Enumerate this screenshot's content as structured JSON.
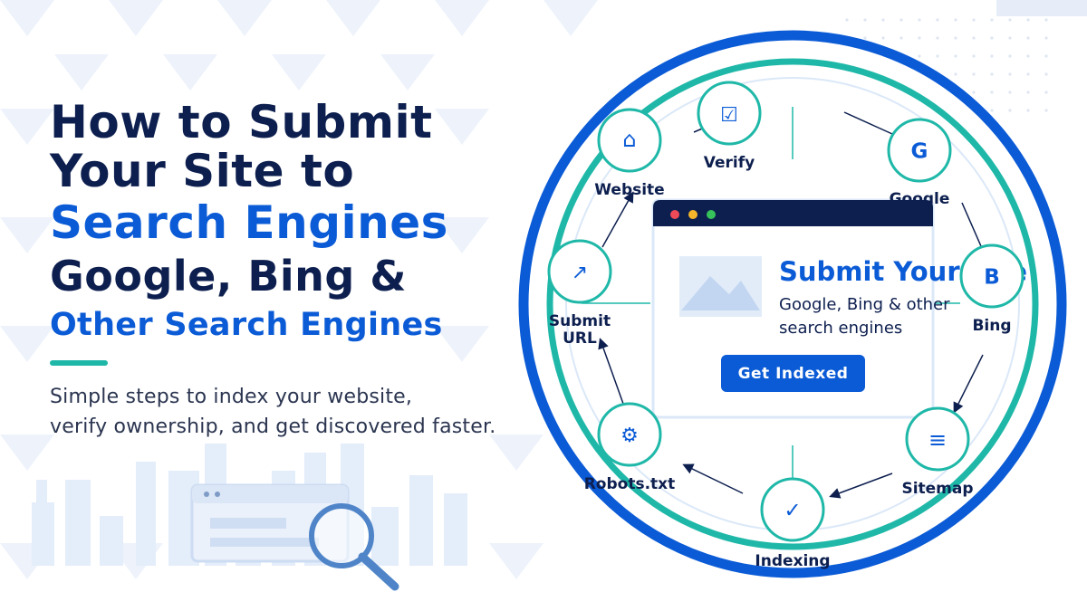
{
  "headline": {
    "line1": "How to Submit",
    "line2": "Your Site to",
    "line3": "Search Engines",
    "line4": "Google, Bing &",
    "line5": "Other Search Engines"
  },
  "subtitle": {
    "line1": "Simple steps to index your website,",
    "line2": "verify ownership, and get discovered faster."
  },
  "steps": [
    {
      "label": "Verify",
      "icon": "checkbox-icon",
      "glyph": "☑"
    },
    {
      "label": "Google",
      "icon": "google-icon",
      "glyph": "G"
    },
    {
      "label": "Bing",
      "icon": "bing-icon",
      "glyph": "B"
    },
    {
      "label": "Sitemap",
      "icon": "list-icon",
      "glyph": "≡"
    },
    {
      "label": "Indexing",
      "icon": "check-icon",
      "glyph": "✓"
    },
    {
      "label": "Robots.txt",
      "icon": "gear-icon",
      "glyph": "⚙"
    },
    {
      "label_line1": "Submit",
      "label_line2": "URL",
      "icon": "arrow-up-right-icon",
      "glyph": "↗"
    },
    {
      "label": "Website",
      "icon": "home-icon",
      "glyph": "⌂"
    }
  ],
  "card": {
    "title": "Submit Your Site",
    "desc_line1": "Google, Bing & other",
    "desc_line2": "search engines",
    "button": "Get Indexed"
  },
  "colors": {
    "navy": "#0d1f4f",
    "blue": "#0b5bd6",
    "teal": "#1fb8a8",
    "light_blue": "#dbe8f8"
  }
}
